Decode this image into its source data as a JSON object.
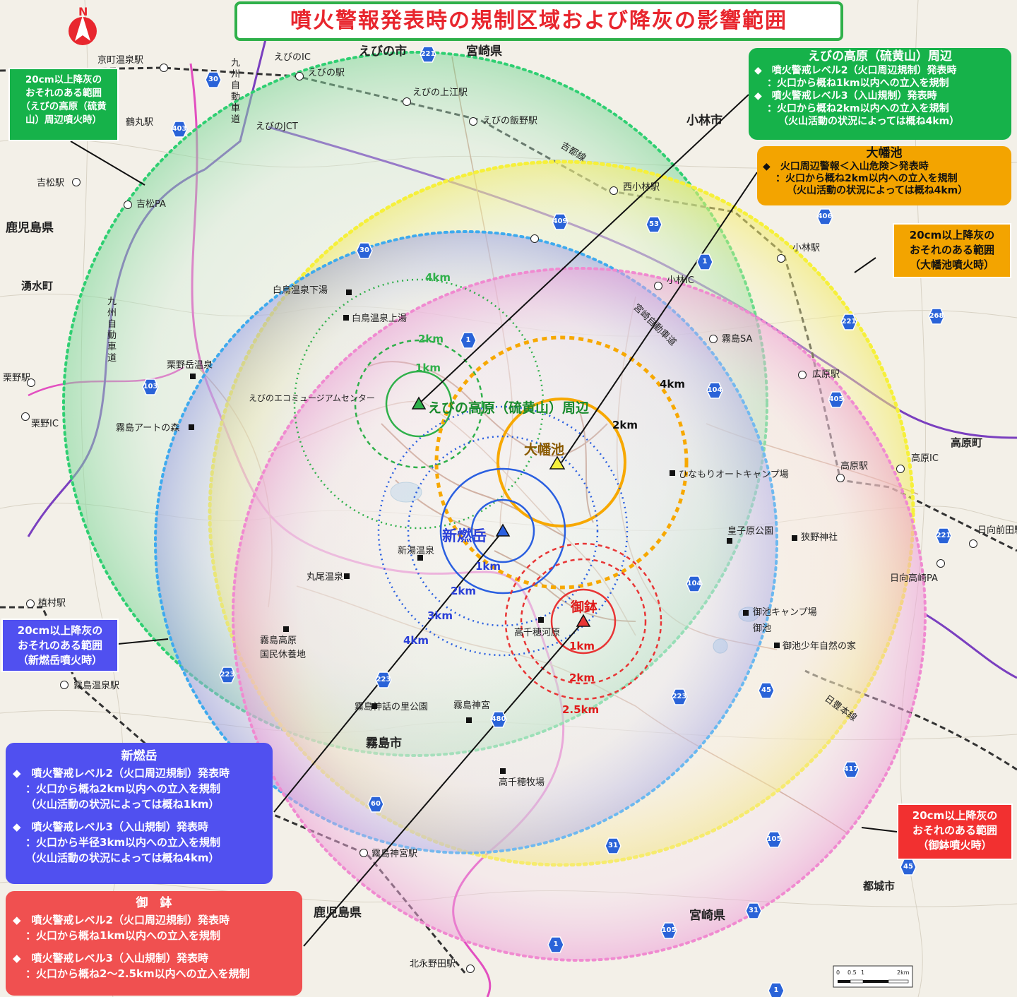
{
  "title": "噴火警報発表時の規制区域および降灰の影響範囲",
  "north": "N",
  "colors": {
    "green": "#2fb04a",
    "yellow": "#f5ef3c",
    "orange": "#f7a800",
    "blue": "#2a5fe0",
    "lightblue": "#3ea6e8",
    "pink": "#f08ad0",
    "red": "#e83535",
    "purple": "#6a5ae0",
    "greenbox": "#16b24a",
    "bluebox": "#5050f0",
    "redbox": "#f05050",
    "redbox2": "#f23030",
    "orangebox": "#f3a400"
  },
  "boxes": {
    "ebino": {
      "title": "えびの高原（硫黄山）周辺",
      "l1": "◆　噴火警戒レベル2（火口周辺規制）発表時",
      "l2": "：火口から概ね1km以内への立入を規制",
      "l3": "◆　噴火警戒レベル3（入山規制）発表時",
      "l4": "：火口から概ね2km以内への立入を規制",
      "l5": "（火山活動の状況によっては概ね4km）"
    },
    "ohata": {
      "title": "大幡池",
      "l1": "◆　火口周辺警報＜入山危険＞発表時",
      "l2": "：火口から概ね2km以内への立入を規制",
      "l3": "（火山活動の状況によっては概ね4km）"
    },
    "shinmoe": {
      "title": "新燃岳",
      "l1": "◆　噴火警戒レベル2（火口周辺規制）発表時",
      "l2": "：火口から概ね2km以内への立入を規制",
      "l3": "（火山活動の状況によっては概ね1km）",
      "l4": "◆　噴火警戒レベル3（入山規制）発表時",
      "l5": "：火口から半径3km以内への立入を規制",
      "l6": "（火山活動の状況によっては概ね4km）"
    },
    "ohachi": {
      "title": "御　鉢",
      "l1": "◆　噴火警戒レベル2（火口周辺規制）発表時",
      "l2": "：火口から概ね1km以内への立入を規制",
      "l3": "◆　噴火警戒レベル3（入山規制）発表時",
      "l4": "：火口から概ね2～2.5km以内への立入を規制"
    }
  },
  "ash_labels": {
    "ebino": {
      "l1": "20cm以上降灰の",
      "l2": "おそれのある範囲",
      "l3": "（えびの高原（硫黄",
      "l4": "山）周辺噴火時）"
    },
    "ohata": {
      "l1": "20cm以上降灰の",
      "l2": "おそれのある範囲",
      "l3": "（大幡池噴火時）"
    },
    "shinmoe": {
      "l1": "20cm以上降灰の",
      "l2": "おそれのある範囲",
      "l3": "（新燃岳噴火時）"
    },
    "ohachi": {
      "l1": "20cm以上降灰の",
      "l2": "おそれのある範囲",
      "l3": "（御鉢噴火時）"
    }
  },
  "volcanoes": {
    "ebino": "えびの高原（硫黄山）周辺",
    "ohata": "大幡池",
    "shinmoe": "新燃岳",
    "ohachi": "御鉢"
  },
  "km": {
    "g4": "4km",
    "g2": "2km",
    "g1": "1km",
    "o4": "4km",
    "o2": "2km",
    "b1": "1km",
    "b2": "2km",
    "b3": "3km",
    "b4": "4km",
    "r1": "1km",
    "r2": "2km",
    "r25": "2.5km"
  },
  "places": {
    "ebino_city": "えびの市",
    "miyazaki_ken": "宮崎県",
    "miyazaki_ken2": "宮崎県",
    "kagoshima_ken": "鹿児島県",
    "kagoshima_ken2": "鹿児島県",
    "kobayashi_city": "小林市",
    "yusui": "湧水町",
    "takaharu": "高原町",
    "kirishima_city": "霧島市",
    "miyakonojo": "都城市",
    "kyomachi": "京町温泉駅",
    "ebino_ic": "えびのIC",
    "ebino_st": "えびの駅",
    "ebino_kamie": "えびの上江駅",
    "ebino_jct": "えびのJCT",
    "ebino_iimure": "えびの飯野駅",
    "tsurumaru": "鶴丸駅",
    "yoshimatsu": "吉松駅",
    "yoshimatsu_pa": "吉松PA",
    "kitsuto": "吉都線",
    "nishikobayashi": "西小林駅",
    "kobayashi_st": "小林駅",
    "kobayashi_ic": "小林IC",
    "kirishima_sa": "霧島SA",
    "hiroharu": "広原駅",
    "takaharu_st": "高原駅",
    "takaharu_ic": "高原IC",
    "hyuga_maeda": "日向前田駅",
    "hyuga_takasaki": "日向高崎PA",
    "shiratori_shimo": "白鳥温泉下湯",
    "shiratori_kami": "白鳥温泉上湯",
    "kurino_onsen": "栗野岳温泉",
    "kurino_st": "栗野駅",
    "kurino_ic": "栗野IC",
    "art_mori": "霧島アートの森",
    "eco_museum": "えびのエコミュージアムセンター",
    "hinamori": "ひなもりオートキャンプ場",
    "kogoharu": "皇子原公園",
    "sano_jinja": "狭野神社",
    "shinyu": "新湯温泉",
    "maruo": "丸尾温泉",
    "uemura": "植村駅",
    "kirishima_kogen": "霧島高原",
    "kokumin": "国民休養地",
    "kirishima_onsen": "霧島温泉駅",
    "shinwa": "霧島神話の里公園",
    "jingu": "霧島神宮",
    "jingu_st": "霧島神宮駅",
    "takachiho_gawara": "高千穂河原",
    "takachiho_bokujo": "高千穂牧場",
    "miike_camp": "御池キャンプ場",
    "miike": "御池",
    "miike_shonen": "御池少年自然の家",
    "nippo": "日豊本線",
    "kitamata": "北永野田駅",
    "kyushu_exp": "九州自動車道",
    "kyushu_exp2": "九州自動車道",
    "miyazaki_exp": "宮崎自動車道"
  },
  "routes": [
    "221",
    "30",
    "403",
    "30",
    "409",
    "53",
    "1",
    "406",
    "221",
    "268",
    "1",
    "103",
    "104",
    "405",
    "221",
    "104",
    "223",
    "223",
    "45",
    "223",
    "480",
    "60",
    "31",
    "105",
    "417",
    "45",
    "31",
    "105",
    "1",
    "1"
  ],
  "scale": {
    "a": "0",
    "b": "0.5",
    "c": "1",
    "d": "2km"
  }
}
